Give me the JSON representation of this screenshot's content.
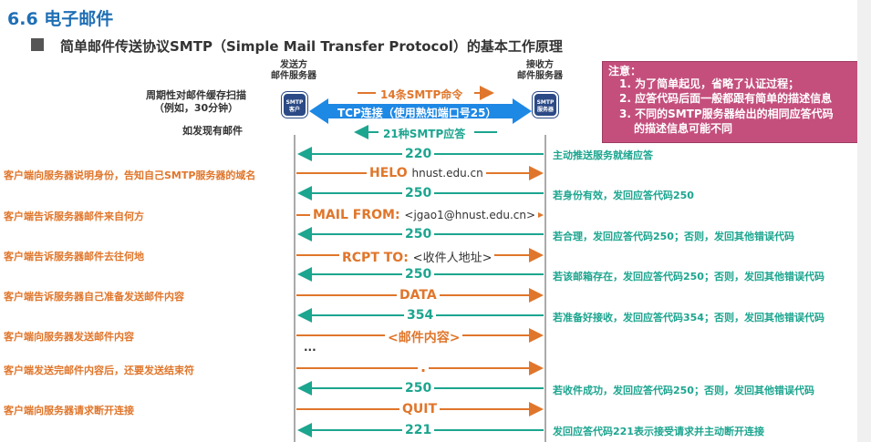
{
  "title": "6.6 电子邮件",
  "subtitle": "简单邮件传送协议SMTP（Simple Mail Transfer Protocol）的基本工作原理",
  "sender": {
    "top_label1": "发送方",
    "top_label2": "邮件服务器",
    "icon_line1": "SMTP",
    "icon_line2": "客户"
  },
  "receiver": {
    "top_label1": "接收方",
    "top_label2": "邮件服务器",
    "icon_line1": "SMTP",
    "icon_line2": "服务器"
  },
  "left_note": {
    "line1": "周期性对邮件缓存扫描",
    "line2": "（例如，30分钟）",
    "line3": "如发现有邮件"
  },
  "conn": {
    "top": "14条SMTP命令",
    "middle": "TCP连接（使用熟知端口号25）",
    "bottom": "21种SMTP应答"
  },
  "note": {
    "head": "注意：",
    "item1": "1. 为了简单起见，省略了认证过程；",
    "item2": "2. 应答代码后面一般都跟有简单的描述信息",
    "item3a": "3. 不同的SMTP服务器给出的相同应答代码",
    "item3b": "的描述信息可能不同"
  },
  "steps": [
    {
      "label": "220",
      "right": "主动推送服务就绪应答"
    },
    {
      "label": "HELO",
      "extra": "hnust.edu.cn",
      "left": "客户端向服务器说明身份，告知自己SMTP服务器的域名"
    },
    {
      "label": "250",
      "right": "若身份有效，发回应答代码250"
    },
    {
      "label": "MAIL FROM:",
      "extra": "<jgao1@hnust.edu.cn>",
      "left": "客户端告诉服务器邮件来自何方"
    },
    {
      "label": "250",
      "right": "若合理，发回应答代码250；否则，发回其他错误代码"
    },
    {
      "label": "RCPT TO:",
      "extra": "<收件人地址>",
      "left": "客户端告诉服务器邮件去往何地"
    },
    {
      "label": "250",
      "right": "若该邮箱存在，发回应答代码250；否则，发回其他错误代码"
    },
    {
      "label": "DATA",
      "left": "客户端告诉服务器自己准备发送邮件内容"
    },
    {
      "label": "354",
      "right": "若准备好接收，发回应答代码354；否则，发回其他错误代码"
    },
    {
      "label": "<邮件内容>",
      "left": "客户端向服务器发送邮件内容"
    },
    {
      "label": "...",
      "extra": ""
    },
    {
      "label": ".",
      "left": "客户端发送完邮件内容后，还要发送结束符"
    },
    {
      "label": "250",
      "right": "若收件成功，发回应答代码250；否则，发回其他错误代码"
    },
    {
      "label": "QUIT",
      "left": "客户端向服务器请求断开连接"
    },
    {
      "label": "221",
      "right": "发回应答代码221表示接受请求并主动断开连接"
    }
  ],
  "colors": {
    "orange": "#e0762b",
    "teal": "#1ca58f",
    "blue": "#1e88e5",
    "title": "#1f6fb5",
    "note_bg": "#c44f7d"
  }
}
